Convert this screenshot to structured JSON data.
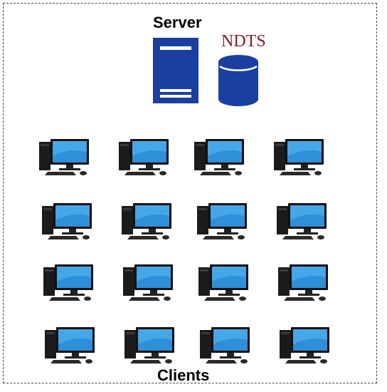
{
  "server_label": "Server",
  "db_label": "NDTS",
  "clients_label": "Clients",
  "colors": {
    "server": "#1a3fa0",
    "database": "#1a3fa0",
    "db_text": "#8b1a1a"
  },
  "client_rows": [
    [
      "client",
      "client",
      "client",
      "client"
    ],
    [
      "client",
      "client",
      "client",
      "client"
    ],
    [
      "client",
      "client",
      "client",
      "client"
    ],
    [
      "client",
      "client",
      "client",
      "client"
    ]
  ]
}
